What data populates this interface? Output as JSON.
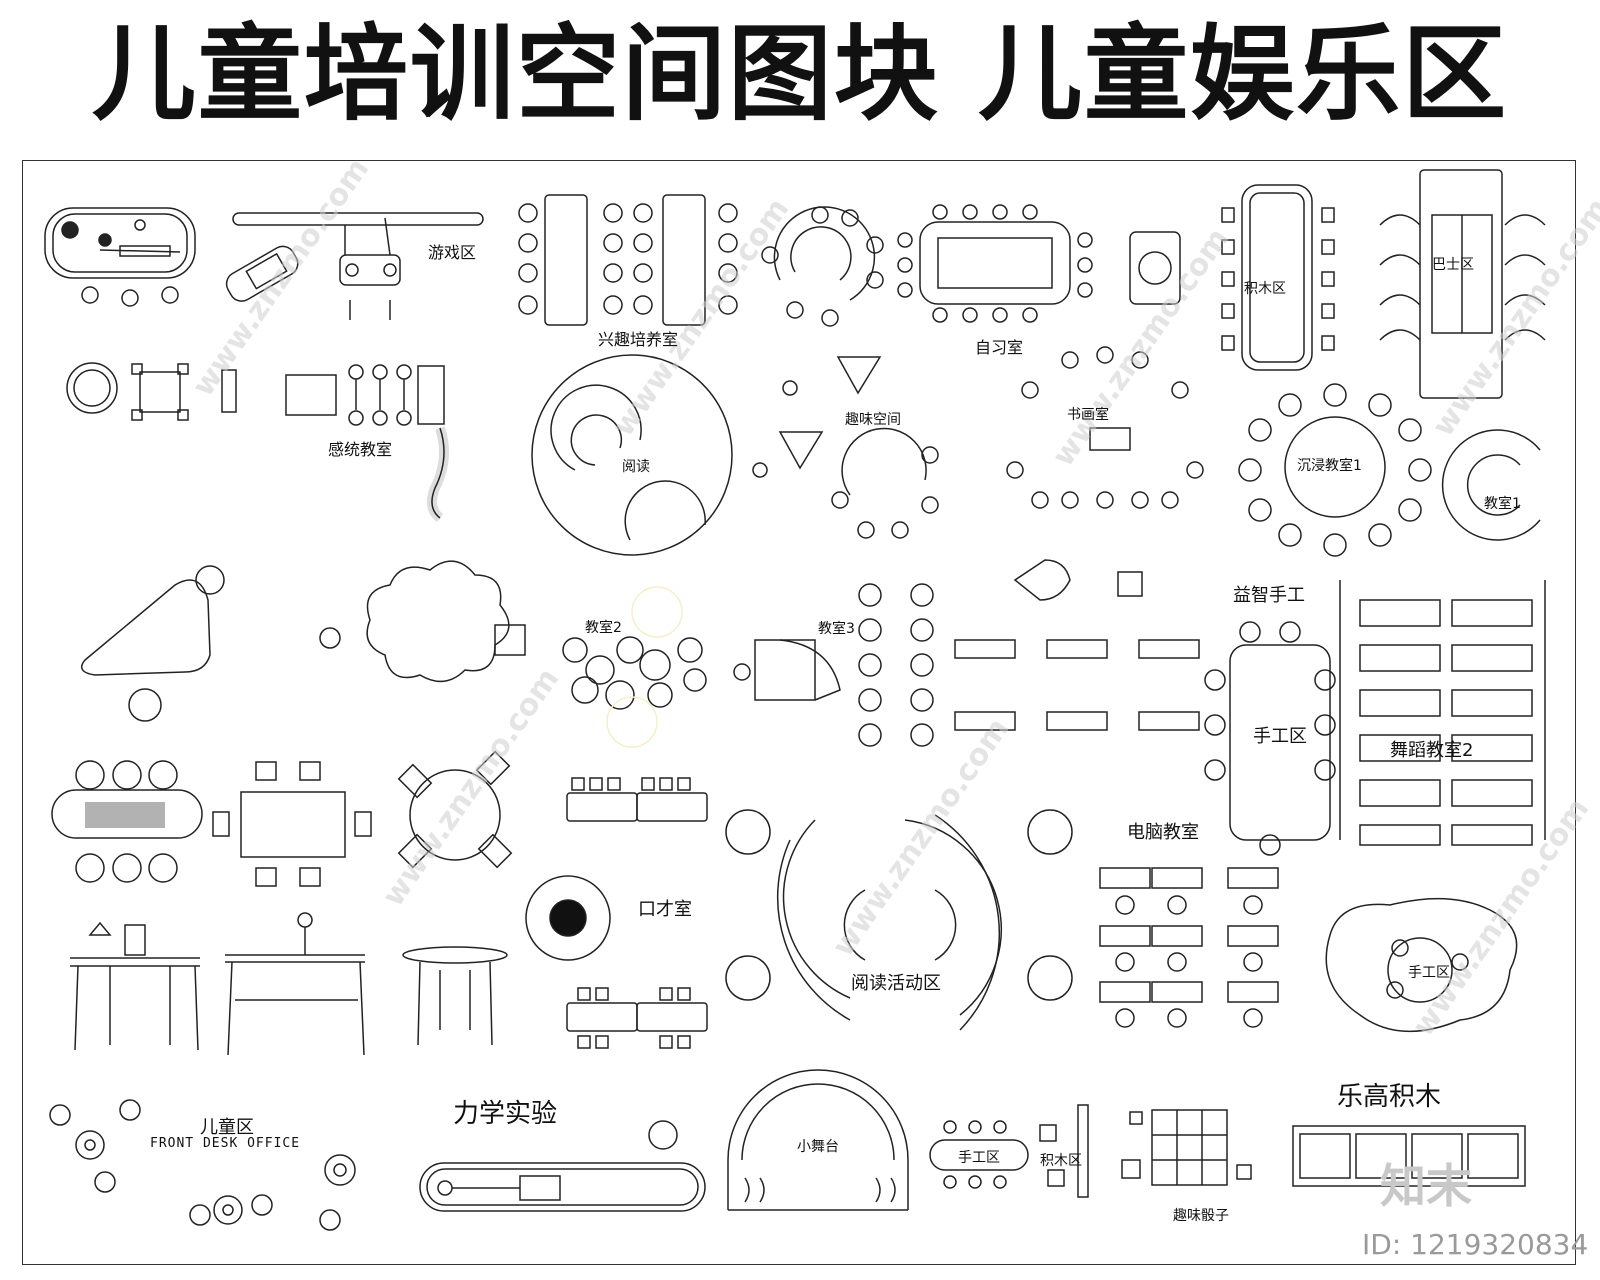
{
  "title": "儿童培训空间图块 儿童娱乐区",
  "labels": {
    "game": "游戏区",
    "interest": "兴趣培养室",
    "study": "自习室",
    "blocks": "积木区",
    "bus": "巴士区",
    "sensory": "感统教室",
    "reading": "阅读",
    "fun_space": "趣味空间",
    "calligraphy": "书画室",
    "immersive": "沉浸教室1",
    "classroom1": "教室1",
    "classroom2": "教室2",
    "classroom3": "教室3",
    "puzzle_craft": "益智手工",
    "craft_area": "手工区",
    "dance": "舞蹈教室2",
    "computer": "电脑教室",
    "eloquence": "口才室",
    "reading_activity": "阅读活动区",
    "craft_small": "手工区",
    "kids_area": "儿童区",
    "front_desk": "FRONT DESK OFFICE",
    "mechanics": "力学实验",
    "stage": "小舞台",
    "craft_bottom": "手工区",
    "blocks_bottom": "积木区",
    "dice": "趣味骰子",
    "lego": "乐高积木"
  },
  "watermark": {
    "id_text": "ID: 1219320834",
    "site": "www.znzmo.com",
    "logo": "知末"
  }
}
